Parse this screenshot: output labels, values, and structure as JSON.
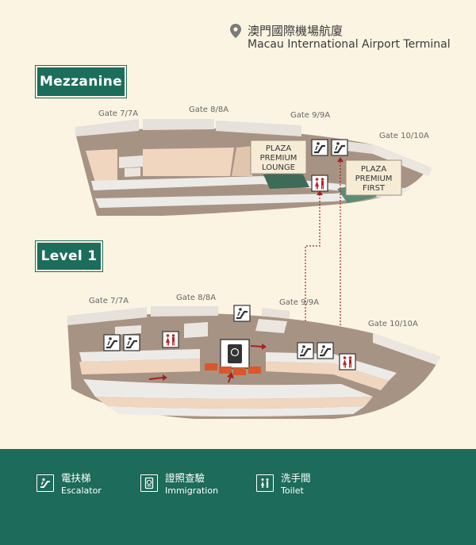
{
  "header": {
    "title_zh": "澳門國際機場航廈",
    "title_en": "Macau International Airport Terminal",
    "accent_color": "#1c6d5c",
    "pin_icon": "location-pin-icon"
  },
  "levels": {
    "mezzanine": {
      "label": "Mezzanine",
      "gates": [
        "Gate 7/7A",
        "Gate 8/8A",
        "Gate 9/9A",
        "Gate 10/10A"
      ],
      "lounges": [
        {
          "lines": [
            "PLAZA",
            "PREMIUM",
            "LOUNGE"
          ]
        },
        {
          "lines": [
            "PLAZA",
            "PREMIUM",
            "FIRST"
          ]
        }
      ]
    },
    "level1": {
      "label": "Level 1",
      "gates": [
        "Gate 7/7A",
        "Gate 8/8A",
        "Gate 9/9A",
        "Gate 10/10A"
      ]
    }
  },
  "legend": [
    {
      "zh": "電扶梯",
      "en": "Escalator",
      "icon": "escalator-icon"
    },
    {
      "zh": "證照查驗",
      "en": "Immigration",
      "icon": "passport-icon"
    },
    {
      "zh": "洗手間",
      "en": "Toilet",
      "icon": "toilet-icon"
    }
  ],
  "colors": {
    "background": "#fbf4e2",
    "footer": "#1d6b5a",
    "floor": "#a79383",
    "zone": "#f0d5bf",
    "route": "#a32222",
    "arrow": "#d9572a"
  }
}
